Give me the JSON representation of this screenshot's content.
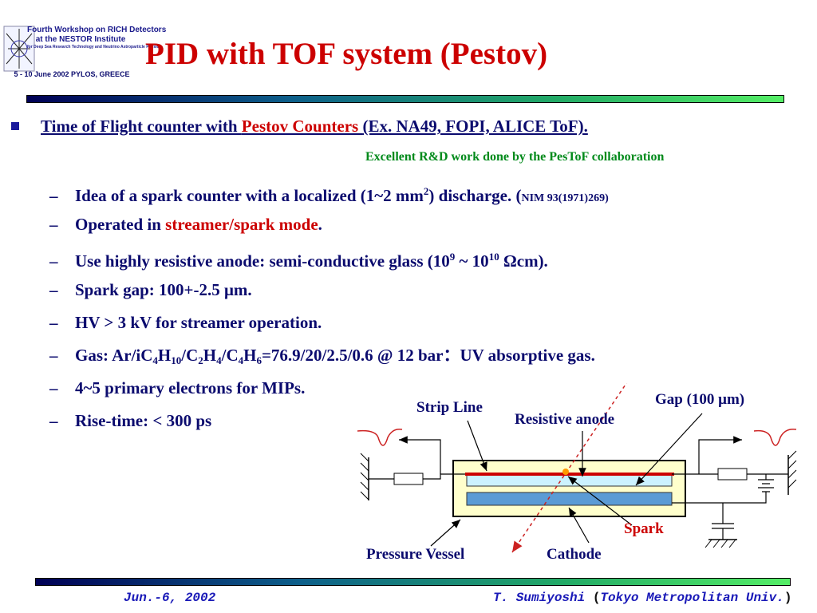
{
  "logo": {
    "line1": "Fourth Workshop on RICH Detectors",
    "line2": "at the NESTOR Institute",
    "line3": "for Deep Sea Research Technology and Neutrino Astroparticle Physics",
    "date": "5 - 10 June 2002  PYLOS, GREECE"
  },
  "title": "PID with TOF system (Pestov)",
  "bullet1": {
    "pre": "Time of Flight counter with ",
    "highlight": "Pestov Counters ",
    "post": "(Ex. NA49, FOPI, ALICE ToF)."
  },
  "rd_note": "Excellent R&D work done by the PesToF collaboration",
  "items": {
    "i1": {
      "a": "Idea of a spark counter with a localized (1~2 mm",
      "sup": "2",
      "b": ") discharge. (",
      "ref": "NIM 93(1971)269)"
    },
    "i2": {
      "a": "Operated in ",
      "hl": "streamer/spark mode",
      "b": "."
    },
    "i3": {
      "a": "Use highly resistive anode: semi-conductive glass (10",
      "sup1": "9",
      "b": " ~ 10",
      "sup2": "10",
      "c": " Ωcm)."
    },
    "i4": "Spark gap: 100+-2.5 μm.",
    "i5": "HV > 3 kV for streamer operation.",
    "i6": {
      "a": "Gas: Ar/iC",
      "s1": "4",
      "b": "H",
      "s2": "10",
      "c": "/C",
      "s3": "2",
      "d": "H",
      "s4": "4",
      "e": "/C",
      "s5": "4",
      "f": "H",
      "s6": "6",
      "g": "=76.9/20/2.5/0.6 @ 12 bar：UV absorptive gas."
    },
    "i7": "4~5 primary electrons for MIPs.",
    "i8": "Rise-time: < 300 ps"
  },
  "dash": "–",
  "diagram": {
    "strip_line": "Strip Line",
    "resistive_anode": "Resistive anode",
    "gap": "Gap (100 μm)",
    "spark": "Spark",
    "pressure_vessel": "Pressure Vessel",
    "cathode": "Cathode"
  },
  "footer": {
    "date": "Jun.-6, 2002",
    "author": "T. Sumiyoshi",
    "open": " (",
    "affiliation": "Tokyo Metropolitan Univ.",
    "close": ")"
  },
  "colors": {
    "title": "#cc0000",
    "text": "#0b0b6e",
    "note": "#008a1a",
    "bullet": "#1a1a9c"
  }
}
